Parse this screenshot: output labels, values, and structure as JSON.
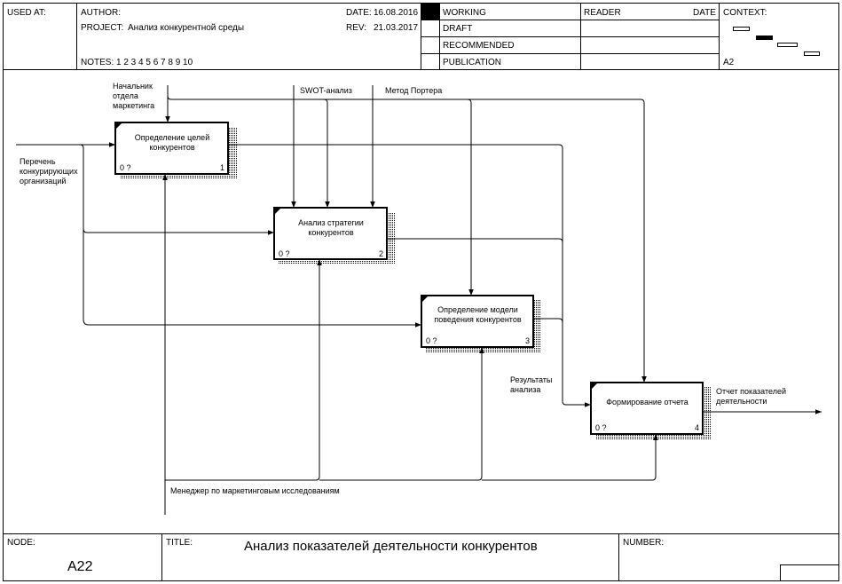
{
  "header": {
    "used_at_label": "USED AT:",
    "author_label": "AUTHOR:",
    "project_label": "PROJECT:",
    "project_value": "Анализ конкурентной среды",
    "notes_label": "NOTES:",
    "notes_value": "1  2  3  4  5  6  7  8  9  10",
    "date_label": "DATE:",
    "date_value": "16.08.2016",
    "rev_label": "REV:",
    "rev_value": "21.03.2017",
    "status": [
      "WORKING",
      "DRAFT",
      "RECOMMENDED",
      "PUBLICATION"
    ],
    "reader_label": "READER",
    "reader_date_label": "DATE",
    "context_label": "CONTEXT:",
    "context_node": "A2"
  },
  "boxes": [
    {
      "label": "Определение целей\nконкурентов",
      "cost": "0 ?",
      "num": "1"
    },
    {
      "label": "Анализ стратегии\nконкурентов",
      "cost": "0 ?",
      "num": "2"
    },
    {
      "label": "Определение модели\nповедения конкурентов",
      "cost": "0 ?",
      "num": "3"
    },
    {
      "label": "Формирование отчета",
      "cost": "0 ?",
      "num": "4"
    }
  ],
  "arrows": {
    "input_main": "Перечень\nконкурирующих\nорганизаций",
    "control_head": "Начальник\nотдела\nмаркетинга",
    "control_swot": "SWOT-анализ",
    "control_porter": "Метод Портера",
    "mechanism": "Менеджер по маркетинговым исследованиям",
    "result_analysis": "Результаты\nанализа",
    "output_report": "Отчет показателей\nдеятельности"
  },
  "footer": {
    "node_label": "NODE:",
    "node_value": "A22",
    "title_label": "TITLE:",
    "title_value": "Анализ показателей деятельности конкурентов",
    "number_label": "NUMBER:"
  }
}
